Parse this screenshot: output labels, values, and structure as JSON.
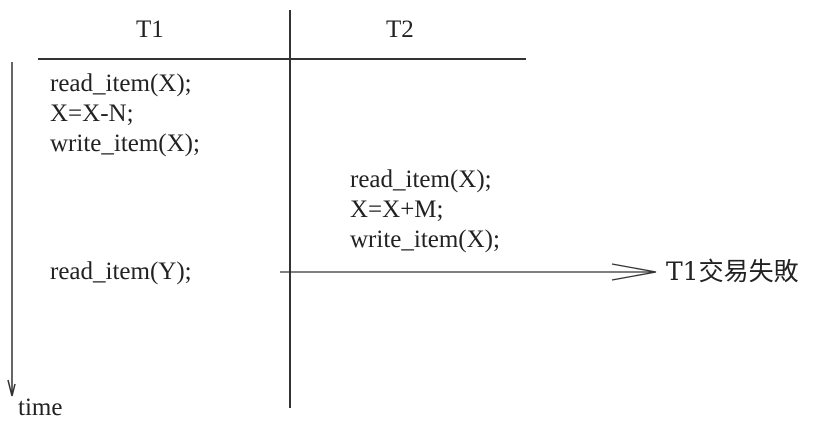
{
  "headers": {
    "t1": "T1",
    "t2": "T2"
  },
  "t1_ops": {
    "first": [
      "read_item(X);",
      "X=X-N;",
      "write_item(X);"
    ],
    "last": "read_item(Y);"
  },
  "t2_ops": [
    "read_item(X);",
    "X=X+M;",
    "write_item(X);"
  ],
  "axis_label": "time",
  "outcome": "T1交易失敗"
}
